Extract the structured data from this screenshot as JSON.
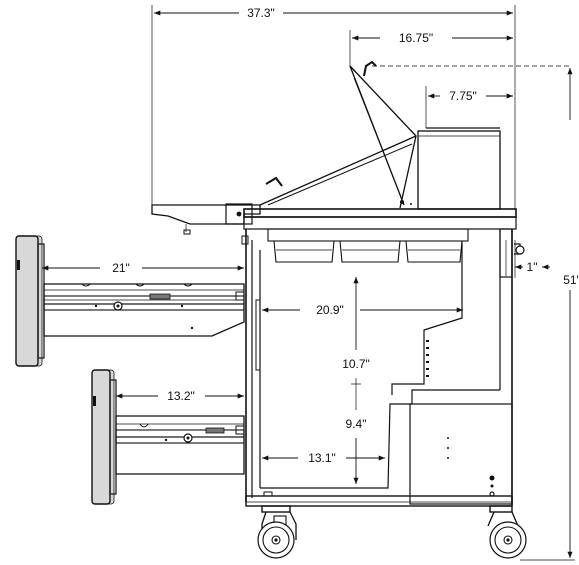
{
  "dimensions": {
    "overall_depth": "37.3\"",
    "hood_depth": "16.75\"",
    "shelf_depth": "7.75\"",
    "drawer_top_extension": "21\"",
    "drawer_bottom_extension": "13.2\"",
    "cabinet_interior_width": "20.9\"",
    "upper_interior_height": "10.7\"",
    "lower_interior_height": "9.4\"",
    "lower_interior_width": "13.1\"",
    "side_clearance": "1\"",
    "overall_height": "51\""
  },
  "colors": {
    "line": "#111111",
    "background": "#ffffff"
  }
}
